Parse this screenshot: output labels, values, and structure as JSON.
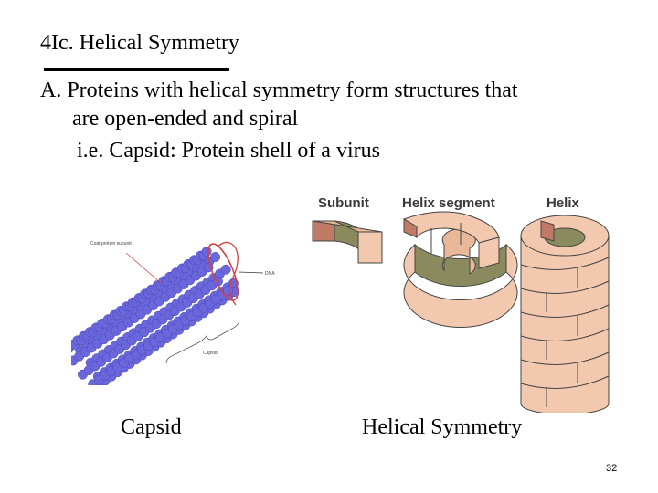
{
  "slide": {
    "title": "4Ic. Helical Symmetry",
    "bullet_a_line1": "A. Proteins with helical symmetry form structures that",
    "bullet_a_line2": "are open-ended and spiral",
    "bullet_ie": "i.e. Capsid: Protein shell of a virus",
    "caption_left": "Capsid",
    "caption_right": "Helical Symmetry",
    "page_number": "32"
  },
  "capsid_figure": {
    "label_coat": "Coat protein subunit",
    "label_dna": "DNA",
    "label_capsid": "Capsid",
    "color_beads": "#6a66dc",
    "color_dna": "#d24242"
  },
  "helix_figure": {
    "label_subunit": "Subunit",
    "label_segment": "Helix segment",
    "label_helix": "Helix",
    "color_face": "#f2c9ae",
    "color_inner": "#8a8a5e",
    "color_end": "#c17a66"
  }
}
